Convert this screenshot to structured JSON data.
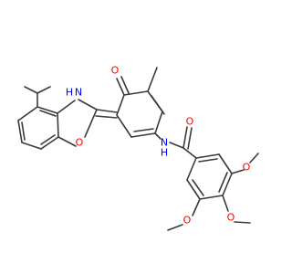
{
  "molecule": {
    "atom_labels": {
      "nh": "H",
      "n": "N",
      "o_ring": "O",
      "o_ketone": "O",
      "nh_amide_n": "N",
      "nh_amide_h": "H",
      "o_amide": "O",
      "o_methoxy_top": "O",
      "o_methoxy_mid": "O",
      "o_methoxy_bottom": "O"
    },
    "colors": {
      "bond": "#3a3a3a",
      "nitrogen": "#0000ff",
      "oxygen": "#ff0000"
    }
  }
}
